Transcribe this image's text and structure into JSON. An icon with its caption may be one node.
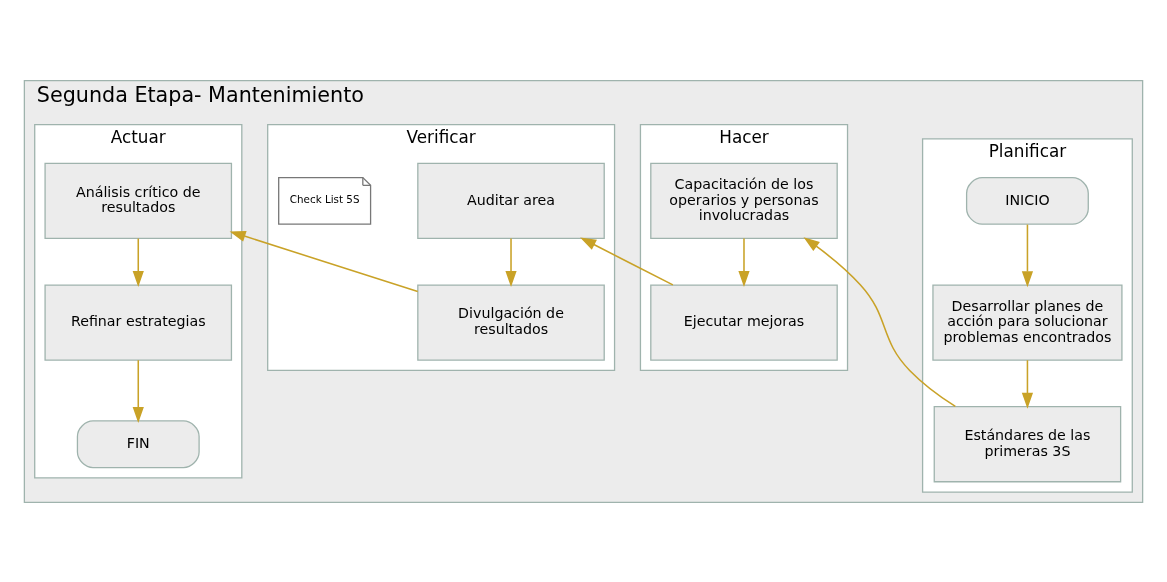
{
  "diagram": {
    "nodes": [
      {
        "text": [
          "Segunda Etapa- Mantenimiento"
        ]
      },
      {
        "text": [
          "Planificar"
        ],
        "in": 0
      },
      {
        "text": [
          "INICIO"
        ],
        "in": 1
      },
      {
        "text": [
          "Desarrollar planes de acción para solucionar problemas encontrados"
        ],
        "in": 1
      },
      {
        "text": [
          "Estándares de las primeras 3S"
        ],
        "in": 1
      },
      {
        "text": [
          "Hacer"
        ],
        "in": 0
      },
      {
        "text": [
          "Capacitación de los operarios y personas involucradas"
        ],
        "in": 5
      },
      {
        "text": [
          "Ejecutar mejoras"
        ],
        "in": 5
      },
      {
        "text": [
          "Verificar"
        ],
        "in": 0
      },
      {
        "text": [
          "Auditar area"
        ],
        "in": 8
      },
      {
        "text": [
          "Check List 5S"
        ],
        "in": 8
      },
      {
        "text": [
          "Divulgación de resultados"
        ],
        "in": 8
      },
      {
        "text": [
          "Actuar"
        ],
        "in": 0
      },
      {
        "text": [
          "Análisis crítico de resultados"
        ],
        "in": 12
      },
      {
        "text": [
          "Refinar estrategias"
        ],
        "in": 12
      },
      {
        "text": [
          "FIN"
        ],
        "in": 12
      }
    ],
    "edges": [
      {
        "from": 2,
        "to": 3,
        "arrow": "to"
      },
      {
        "from": 3,
        "to": 4,
        "arrow": "to"
      },
      {
        "from": 4,
        "to": 6,
        "arrow": "to"
      },
      {
        "from": 6,
        "to": 7,
        "arrow": "to"
      },
      {
        "from": 7,
        "to": 9,
        "arrow": "to"
      },
      {
        "from": 9,
        "to": 11,
        "arrow": "to"
      },
      {
        "from": 11,
        "to": 13,
        "arrow": "to"
      },
      {
        "from": 13,
        "to": 14,
        "arrow": "to"
      },
      {
        "from": 14,
        "to": 15,
        "arrow": "to"
      }
    ]
  }
}
